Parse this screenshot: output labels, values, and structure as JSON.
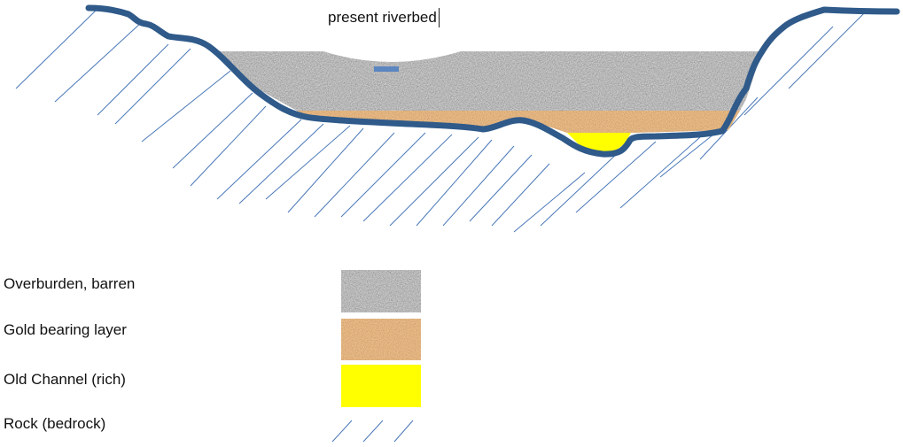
{
  "diagram": {
    "present_riverbed_label": "present riverbed",
    "colors": {
      "outline": "#2f5a8a",
      "hatch": "#4a78b8",
      "gravel_base": "#a8a8a8",
      "gold_layer": "#b9814f",
      "old_channel": "#ffff00",
      "water": "#5b86c0"
    }
  },
  "legend": {
    "items": [
      {
        "label": "Overburden, barren",
        "swatch": "gravel"
      },
      {
        "label": "Gold bearing layer",
        "swatch": "gold-gravel"
      },
      {
        "label": "Old Channel (rich)",
        "swatch": "yellow"
      },
      {
        "label": "Rock (bedrock)",
        "swatch": "hatch"
      }
    ]
  }
}
